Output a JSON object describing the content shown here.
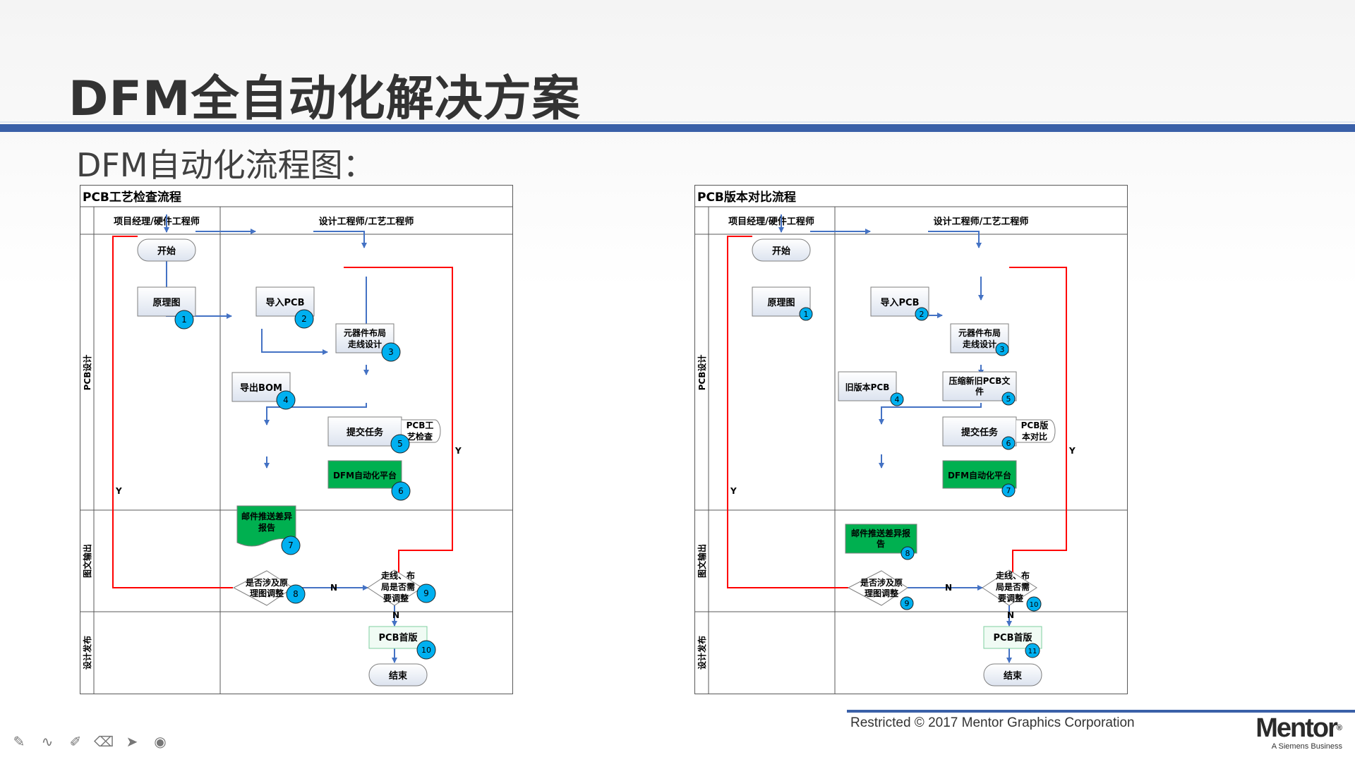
{
  "slide": {
    "title": "DFM全自动化解决方案",
    "subtitle": "DFM自动化流程图："
  },
  "flowcharts": [
    {
      "title": "PCB工艺检查流程",
      "lane_headers": [
        "项目经理/硬件工程师",
        "设计工程师/工艺工程师"
      ],
      "phases": [
        "PCB设计",
        "图文输出",
        "设计发布"
      ],
      "nodes": {
        "start": "开始",
        "schematic": "原理图",
        "import_pcb": "导入PCB",
        "layout_1": "元器件布局",
        "layout_2": "走线设计",
        "export_bom": "导出BOM",
        "submit": "提交任务",
        "side_1": "PCB工",
        "side_2": "艺检查",
        "platform": "DFM自动化平台",
        "report_1": "邮件推送差异",
        "report_2": "报告",
        "decision_a_1": "是否涉及原",
        "decision_a_2": "理图调整",
        "decision_b_1": "走线、布",
        "decision_b_2": "局是否需",
        "decision_b_3": "要调整",
        "first_version": "PCB首版",
        "end": "结束"
      },
      "badges": [
        "1",
        "2",
        "3",
        "4",
        "5",
        "6",
        "7",
        "8",
        "9",
        "10"
      ],
      "edge_labels": {
        "yes_left": "Y",
        "yes_right": "Y",
        "no_mid": "N",
        "no_down": "N"
      }
    },
    {
      "title": "PCB版本对比流程",
      "lane_headers": [
        "项目经理/硬件工程师",
        "设计工程师/工艺工程师"
      ],
      "phases": [
        "PCB设计",
        "图文输出",
        "设计发布"
      ],
      "nodes": {
        "start": "开始",
        "schematic": "原理图",
        "import_pcb": "导入PCB",
        "layout_1": "元器件布局",
        "layout_2": "走线设计",
        "old_pcb": "旧版本PCB",
        "compress_1": "压缩新旧PCB文",
        "compress_2": "件",
        "submit": "提交任务",
        "side_1": "PCB版",
        "side_2": "本对比",
        "platform": "DFM自动化平台",
        "report_1": "邮件推送差异报",
        "report_2": "告",
        "decision_a_1": "是否涉及原",
        "decision_a_2": "理图调整",
        "decision_b_1": "走线、布",
        "decision_b_2": "局是否需",
        "decision_b_3": "要调整",
        "first_version": "PCB首版",
        "end": "结束"
      },
      "badges": [
        "1",
        "2",
        "3",
        "4",
        "5",
        "6",
        "7",
        "8",
        "9",
        "10",
        "11"
      ],
      "edge_labels": {
        "yes_left": "Y",
        "yes_right": "Y",
        "no_mid": "N",
        "no_down": "N"
      }
    }
  ],
  "footer": {
    "copyright": "Restricted © 2017 Mentor Graphics Corporation",
    "logo": "Mentor",
    "logo_reg": "®",
    "logo_sub": "A Siemens Business"
  },
  "toolbar": [
    {
      "name": "pen-icon",
      "glyph": "✎"
    },
    {
      "name": "curve-icon",
      "glyph": "∿"
    },
    {
      "name": "highlighter-icon",
      "glyph": "✐"
    },
    {
      "name": "eraser-icon",
      "glyph": "⌫"
    },
    {
      "name": "pointer-icon",
      "glyph": "➤"
    },
    {
      "name": "record-icon",
      "glyph": "◉"
    }
  ],
  "colors": {
    "accent_blue": "#3a60a8",
    "badge": "#00b0f0",
    "green": "#00b050",
    "red_line": "#ff0000",
    "blue_line": "#4472c4"
  }
}
